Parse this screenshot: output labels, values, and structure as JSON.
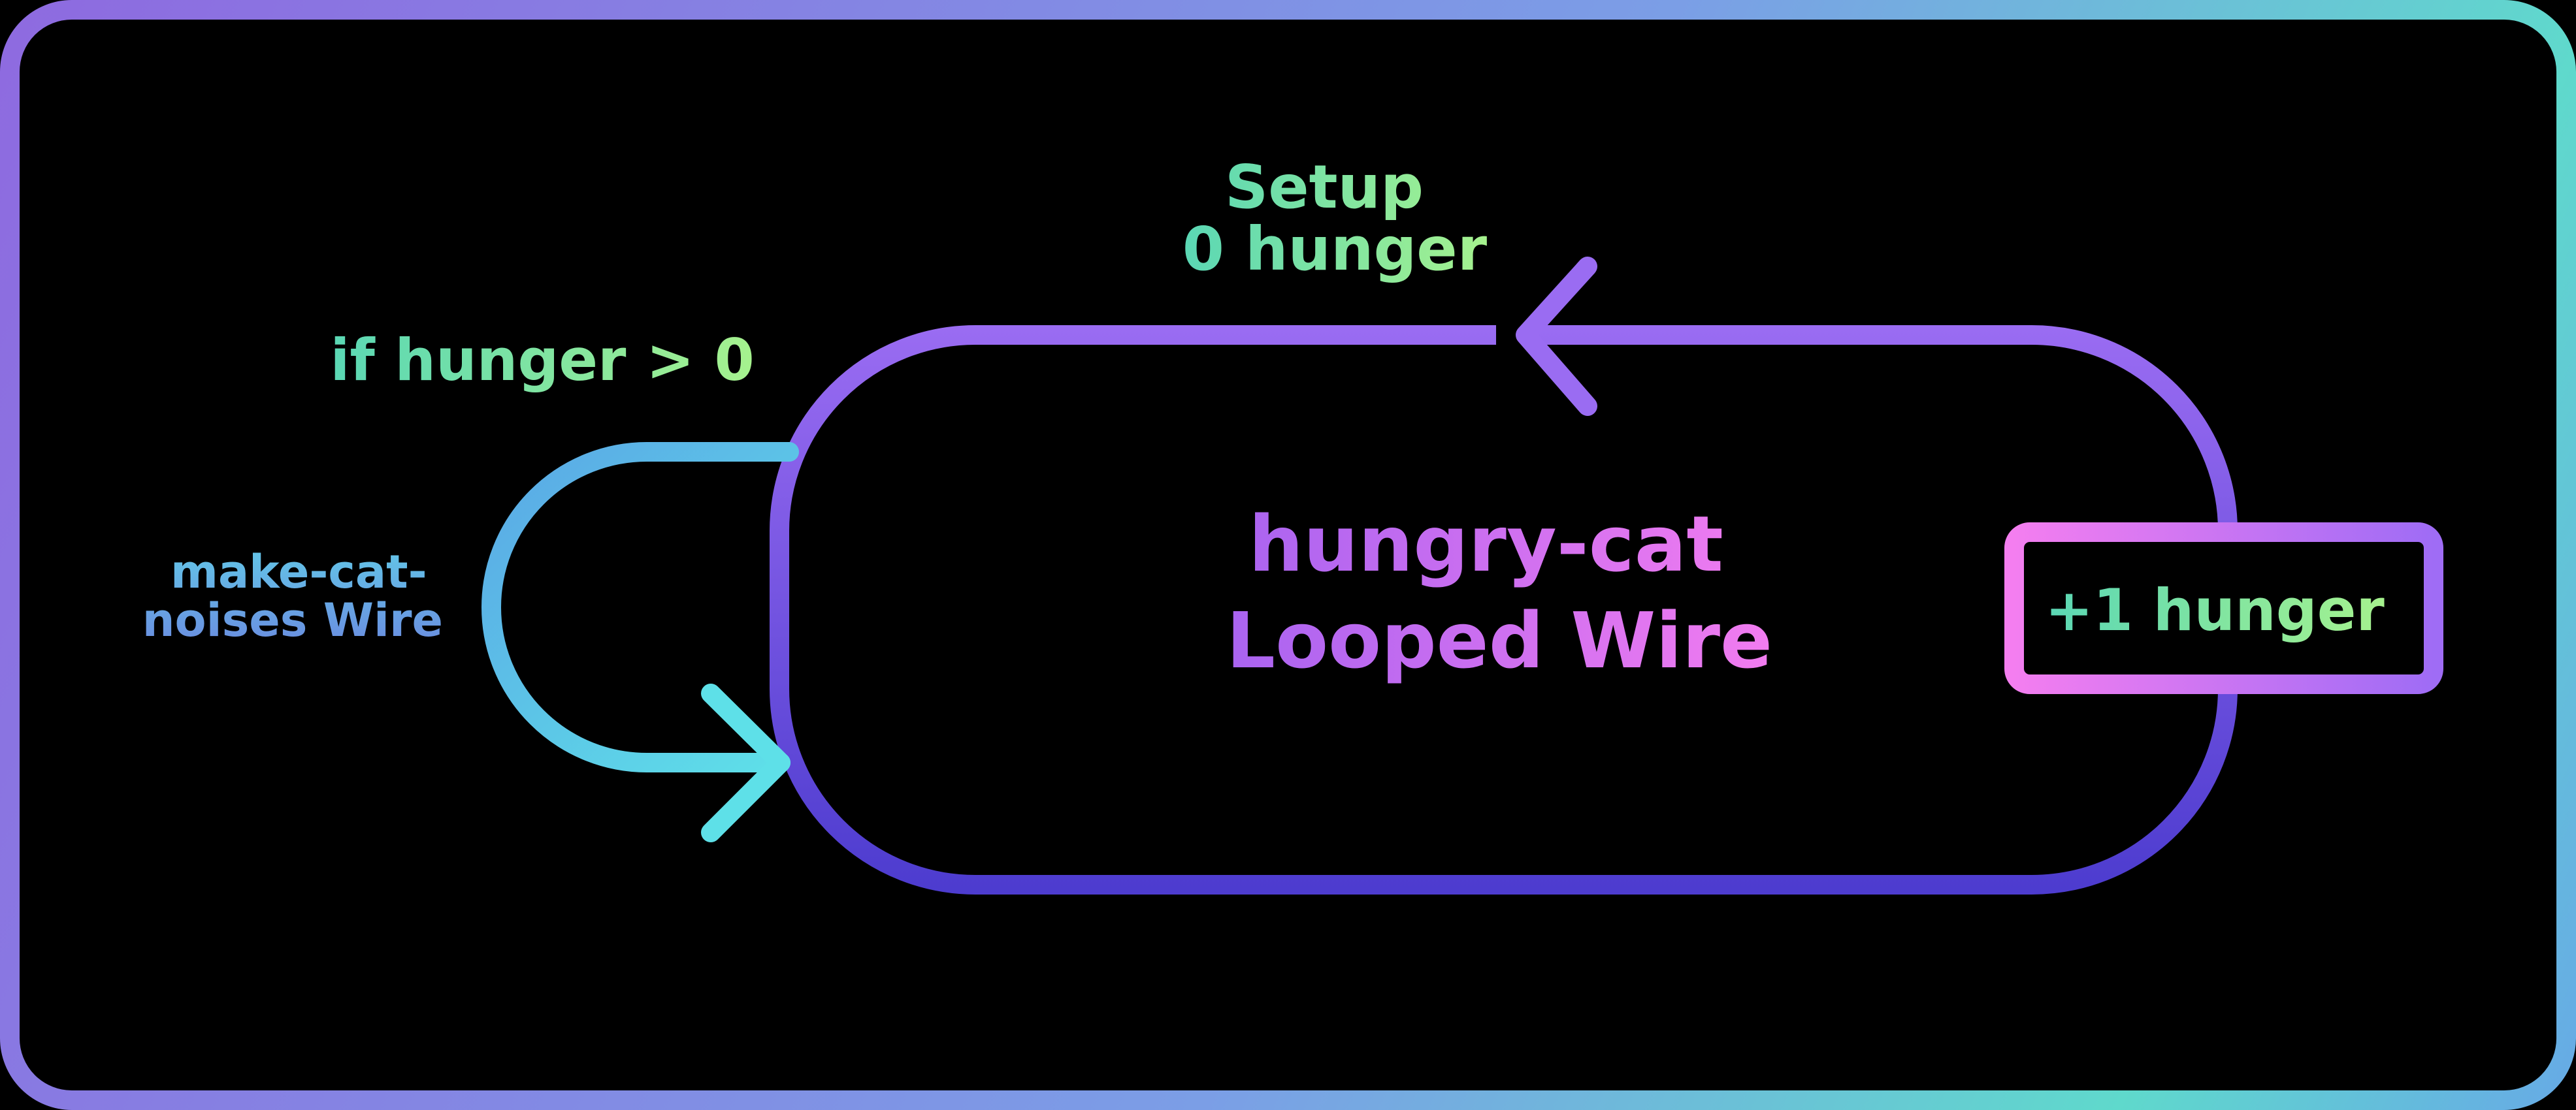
{
  "diagram": {
    "setup_label": {
      "line1": "Setup",
      "line2": "0 hunger"
    },
    "condition_label": "if hunger > 0",
    "side_loop_label": {
      "line1": "make-cat-",
      "line2": "noises Wire"
    },
    "main_loop_label": {
      "line1": "hungry-cat",
      "line2": "Looped Wire"
    },
    "increment_box_label": "+1 hunger"
  },
  "colors": {
    "background": "#000000",
    "frame_gradient": [
      "#8e6ae0",
      "#5fd9cc",
      "#67a9e6"
    ],
    "main_loop_gradient": [
      "#9a6cf2",
      "#4d3ccf"
    ],
    "side_loop_gradient": [
      "#5aa6e6",
      "#5ee0e8"
    ],
    "box_gradient": [
      "#f47ef0",
      "#9f6cf5"
    ],
    "green_text": [
      "#5ad7b5",
      "#a6f28e"
    ],
    "blue_text": [
      "#63c7e8",
      "#6a8de0"
    ],
    "title_text": [
      "#a963f0",
      "#f27cf0"
    ]
  }
}
